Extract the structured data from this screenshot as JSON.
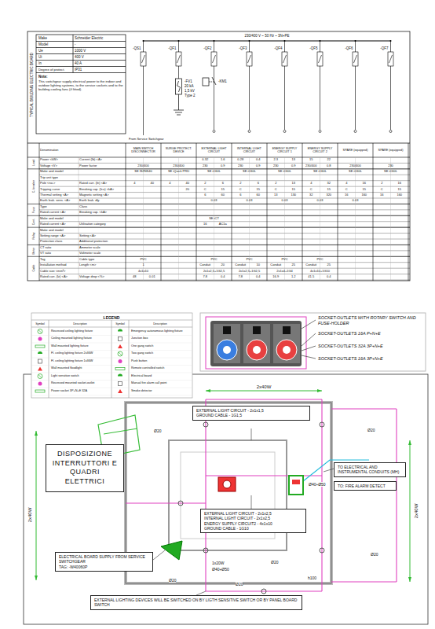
{
  "diagram": {
    "nodes": [
      {
        "text": [
          "EXTERNAL LIGHT CIRCUIT - 2x1x1,5",
          "GROUND CABLE - 1G1,5"
        ]
      },
      {
        "text": [
          "DISPOSIZIONE INTERRUTTORI E QUADRI ELETTRICI"
        ]
      },
      {
        "text": [
          "TO ELECTRICAL AND INSTRUMENTAL CONDUITS (MH)"
        ]
      },
      {
        "text": [
          "TO: FIRE ALARM DETECT"
        ]
      },
      {
        "text": [
          "EXTERNAL LIGHT CIRCUIT - 2x1x2,5",
          "INTERNAL LIGHT CIRCUIT - 2x1x2,5",
          "ENERGY SUPPLY CIRCUIT2 - 4x1x10",
          "GROUND CABLE - 1G10"
        ]
      },
      {
        "text": [
          "ELECTRICAL BOARD SUPPLY FROM SERVICE SWITCHGEAR",
          "TAG: -W40060P"
        ]
      },
      {
        "text": [
          "EXTERNAL LIGHTING DEVICES WILL BE SWITCHED ON BY LIGTH SENSITIVE SWITCH OR BY PANEL BOARD SWITCH"
        ]
      }
    ],
    "labels": [
      "TYPICAL BUILDING ELECTRIC BOARD",
      "Make",
      "Schneider Electric",
      "Model",
      "-",
      "Ue",
      "1000 V",
      "Ui",
      "400 V",
      "In",
      "40 A",
      "Degree of protect.",
      "IP31",
      "Note:",
      "This switchgear supply electrical power to the indoor and outdoor lighting systems, to the service sockets and to the building cooling fans (if fitted).",
      "230/400 V ~ 50 Hz ~ 3N+PE",
      "-QS1",
      "-QF1",
      "-QF2",
      "-QF3",
      "-QF4",
      "-QF5",
      "-QF6",
      "-QF7",
      "-FV1",
      "20 kA",
      "1,5 kV",
      "Type 2",
      "-KM1",
      "From Service Switchgear",
      "Load",
      "C. breaker",
      "Fuse",
      "Cont.",
      "Relay",
      "Meter",
      "Cable",
      "LEGEND",
      "Symbol",
      "Description",
      "Symbol",
      "Description",
      "SOCKET-OUTLETS WITH ROTARY SWITCH AND FUSE-HOLDER",
      "SOCKET-OUTLETS 16A P+N+E",
      "SOCKET-OUTLETS 32A 3P+N+E",
      "SOCKET-OUTLETS 16A 3P+N+E",
      "2x40W",
      "2x40W",
      "2x40W",
      "Ø20",
      "Ø20",
      "Ø20",
      "Ø20",
      "Ø20",
      "Ø40÷Ø50",
      "1x20W",
      "Ø40+Ø50",
      "h100",
      "Ø20",
      "Denomination",
      "MAIN SWITCH DISCONNECTOR",
      "SURGE PROTECT. DEVICE",
      "EXTERNAL LIGHT CIRCUIT",
      "INTERNAL LIGHT CIRCUIT",
      "ENERGY SUPPLY CIRCUIT 1",
      "ENERGY SUPPLY CIRCUIT 2",
      "SPARE (equipped)",
      "SPARE (equipped)",
      "Power <kW>",
      "Current (Ib) <A>",
      "0.32",
      "1.6",
      "0.28",
      "0.4",
      "2.3",
      "13",
      "15",
      "22",
      "Voltage <V>",
      "Power factor",
      "230/400",
      "230/400",
      "230",
      "0.9",
      "230",
      "0.9",
      "230",
      "0.9",
      "230/400",
      "0.8",
      "230/400",
      "230",
      "Make and model",
      "SE IS/INS40",
      "SE iQuick PRD",
      "SE iC60L",
      "SE iC60L",
      "SE iC60L",
      "SE iC60L",
      "SE iC60L",
      "SE iC60L",
      "Trip unit type",
      "Pole <no.>",
      "Rated curr. (In) <A>",
      "4",
      "40",
      "4",
      "40",
      "2",
      "6",
      "2",
      "6",
      "2",
      "13",
      "4",
      "32",
      "4",
      "16",
      "2",
      "16",
      "Tripping curve",
      "Breaking cap. (Icu) <kA>",
      "20",
      "C",
      "15",
      "C",
      "15",
      "C",
      "15",
      "C",
      "15",
      "C",
      "15",
      "C",
      "15",
      "Thermal setting <A>",
      "Magnetic setting <A>",
      "6",
      "60",
      "6",
      "60",
      "13",
      "130",
      "32",
      "320",
      "16",
      "160",
      "16",
      "160",
      "Earth leak. sens. <A>",
      "Earth leak. dly.",
      "0.03",
      "0.03",
      "0.03",
      "0.03",
      "0.03",
      "Type",
      "Class",
      "Rated current <A>",
      "Breaking cap. <kA>",
      "Make and model",
      "SE iCT",
      "Rated current <A>",
      "Utilisation category",
      "16",
      "AC1a",
      "Make and model",
      "Setting range <A>",
      "Setting <A>",
      "Protection class",
      "Additional protection",
      "CT ratio",
      "Ammeter scale",
      "VT ratio",
      "Voltmeter scale",
      "Tag",
      "Cable type",
      "PVC",
      "PVC",
      "PVC",
      "PVC",
      "PVC",
      "Installation method",
      "Length <m>",
      "1",
      "Conduit",
      "20",
      "Conduit",
      "10",
      "Conduit",
      "25",
      "Conduit",
      "25",
      "Cable size <mm²>",
      "4x1x10",
      "2x1x2,5+1G2,5",
      "2x1x2,5+1G2,5",
      "2x1x4+1G4",
      "4x1x10+1G10",
      "Rated curr. (Iz) <A>",
      "Voltage drop <%>",
      "48",
      "0.01",
      "7.8",
      "0.4",
      "7.8",
      "0.4",
      "16.9",
      "1.2",
      "41.5",
      "0.4"
    ],
    "legend": [
      {
        "text": "Recessed ceiling lighting fixture"
      },
      {
        "text": "Ceiling mounted lighting fixture"
      },
      {
        "text": "Wall mounted lighting fixture"
      },
      {
        "text": "Fl. ceiling lighting fixture 2x36W"
      },
      {
        "text": "Fl. ceiling lighting fixture 1x36W"
      },
      {
        "text": "Wall mounted floodlight"
      },
      {
        "text": "Light sensitive switch"
      },
      {
        "text": "Recessed mounted socket-outlet"
      },
      {
        "text": "Power socket 3P+N+E 32A"
      },
      {
        "text": "Emergency autonomous lighting fixture"
      },
      {
        "text": "Junction box"
      },
      {
        "text": "One gang switch"
      },
      {
        "text": "Two gang switch"
      },
      {
        "text": "Push button"
      },
      {
        "text": "Remote controlled switch"
      },
      {
        "text": "Electrical board"
      },
      {
        "text": "Manual fire alarm call point"
      },
      {
        "text": "Smoke detector"
      }
    ]
  }
}
